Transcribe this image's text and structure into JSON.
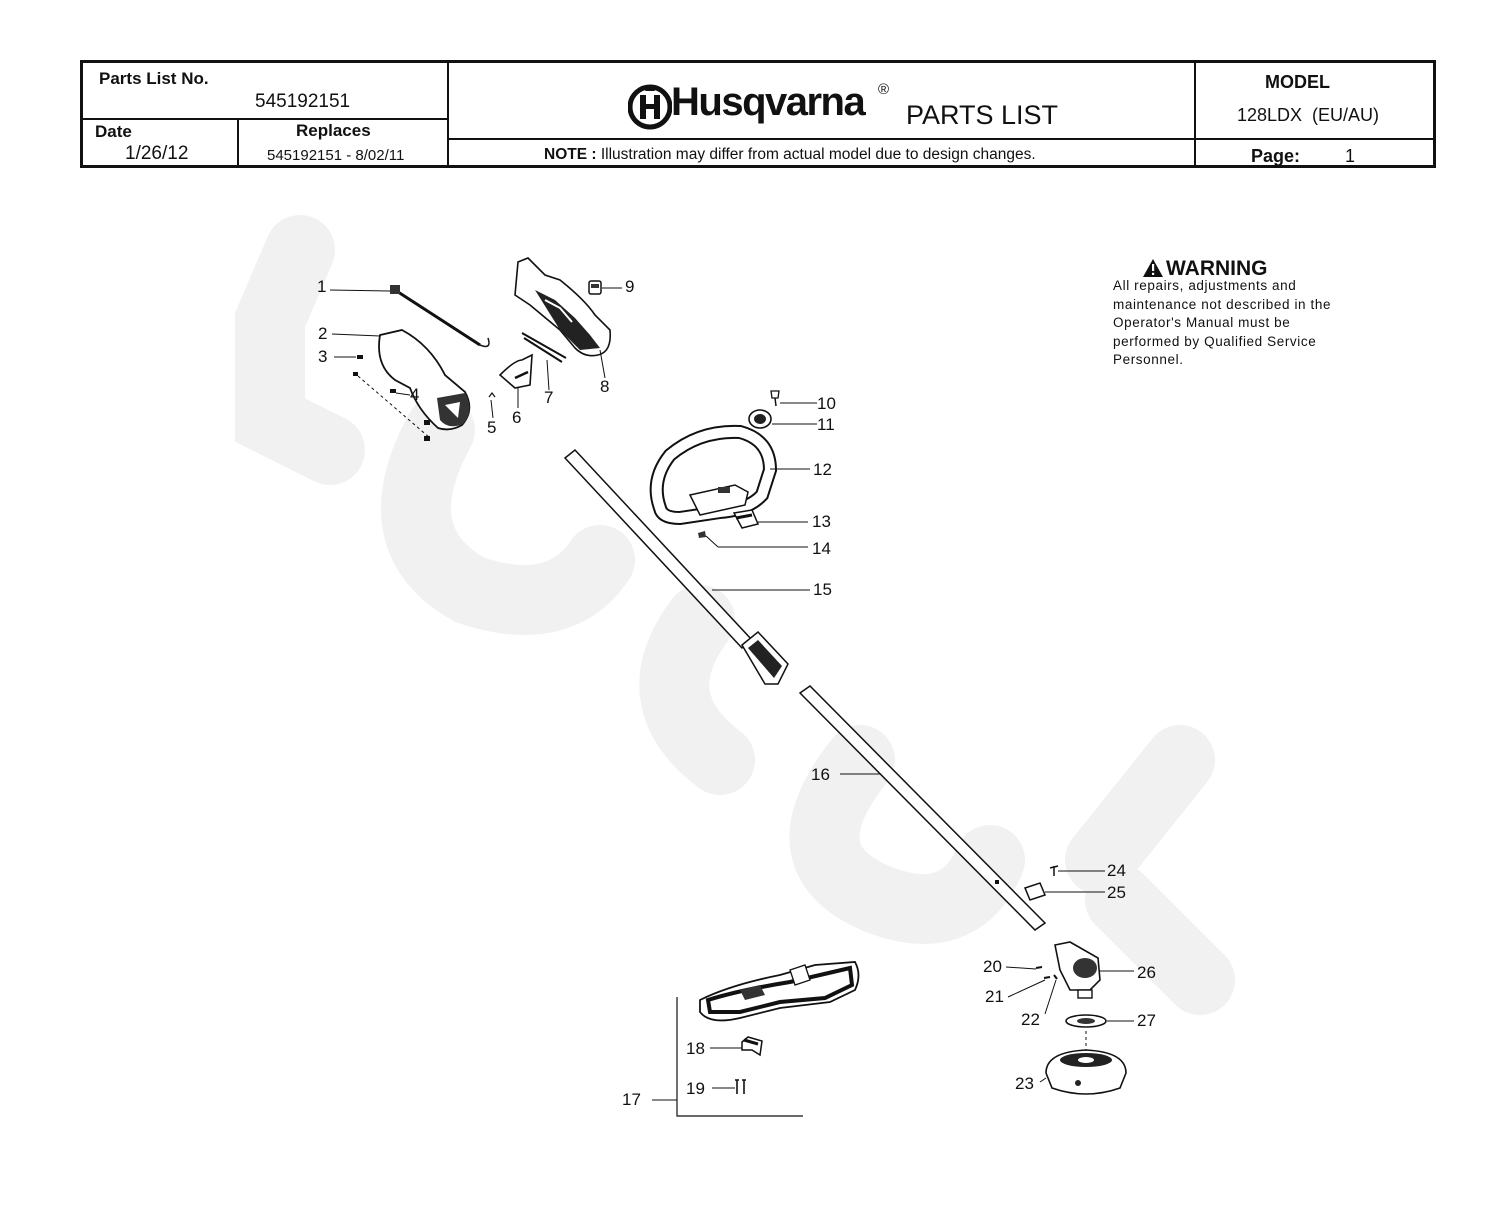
{
  "header": {
    "parts_list_no_label": "Parts List No.",
    "parts_list_no": "545192151",
    "date_label": "Date",
    "date": "1/26/12",
    "replaces_label": "Replaces",
    "replaces": "545192151 - 8/02/11",
    "brand": "Husqvarna",
    "registered": "®",
    "title": "PARTS LIST",
    "note_bold": "NOTE :",
    "note": "Illustration may differ from actual model due to design changes.",
    "model_label": "MODEL",
    "model": "128LDX  (EU/AU)",
    "page_label": "Page:",
    "page": "1"
  },
  "warning": {
    "title": "WARNING",
    "text": "All repairs, adjustments and maintenance not described in the Operator's Manual must be performed by Qualified Service Personnel."
  },
  "callouts": [
    "1",
    "2",
    "3",
    "4",
    "5",
    "6",
    "7",
    "8",
    "9",
    "10",
    "11",
    "12",
    "13",
    "14",
    "15",
    "16",
    "17",
    "18",
    "19",
    "20",
    "21",
    "22",
    "23",
    "24",
    "25",
    "26",
    "27"
  ],
  "colors": {
    "ink": "#111111",
    "watermark": "#f1f1f1"
  }
}
